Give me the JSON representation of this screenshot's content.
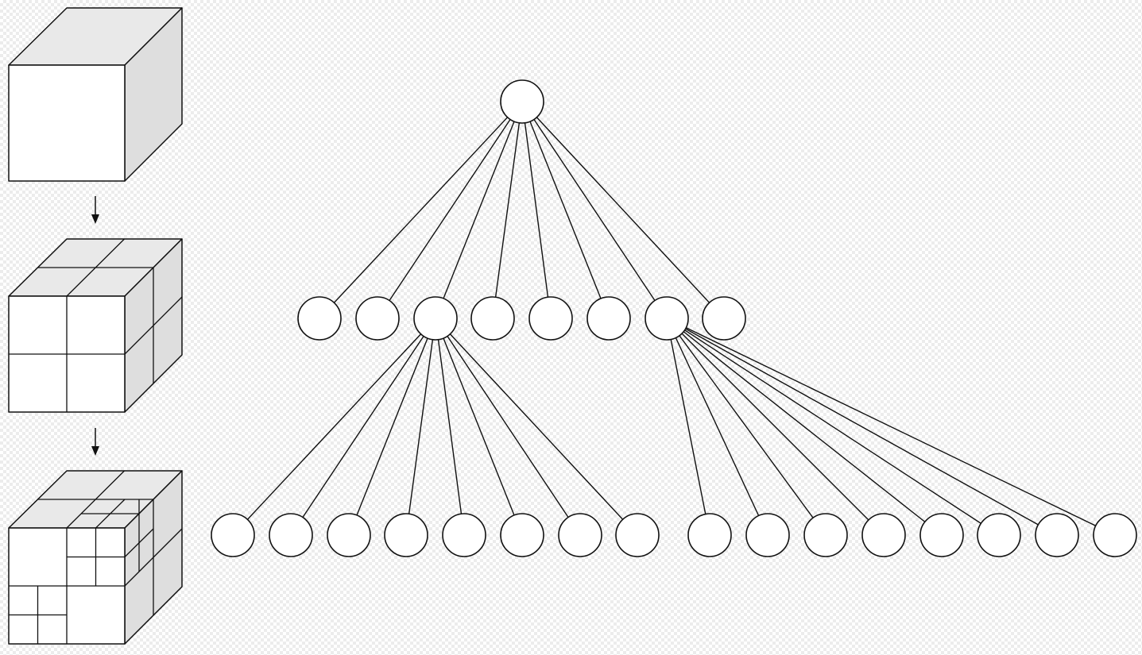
{
  "colors": {
    "front_face": "#ffffff",
    "top_face": "#e9e9e9",
    "side_face": "#dedede",
    "stroke": "#111111",
    "node_fill": "#ffffff"
  },
  "cubes": [
    {
      "name": "cube-level-0",
      "subdivision_depth": 0
    },
    {
      "name": "cube-level-1",
      "subdivision_depth": 1
    },
    {
      "name": "cube-level-2",
      "subdivision_depth": 2
    }
  ],
  "tree": {
    "root": {
      "children": 8
    },
    "level1_node_count": 8,
    "expanded_level1_nodes": [
      3,
      7
    ],
    "children_per_expanded_node": 8,
    "level2_node_count": 16
  }
}
